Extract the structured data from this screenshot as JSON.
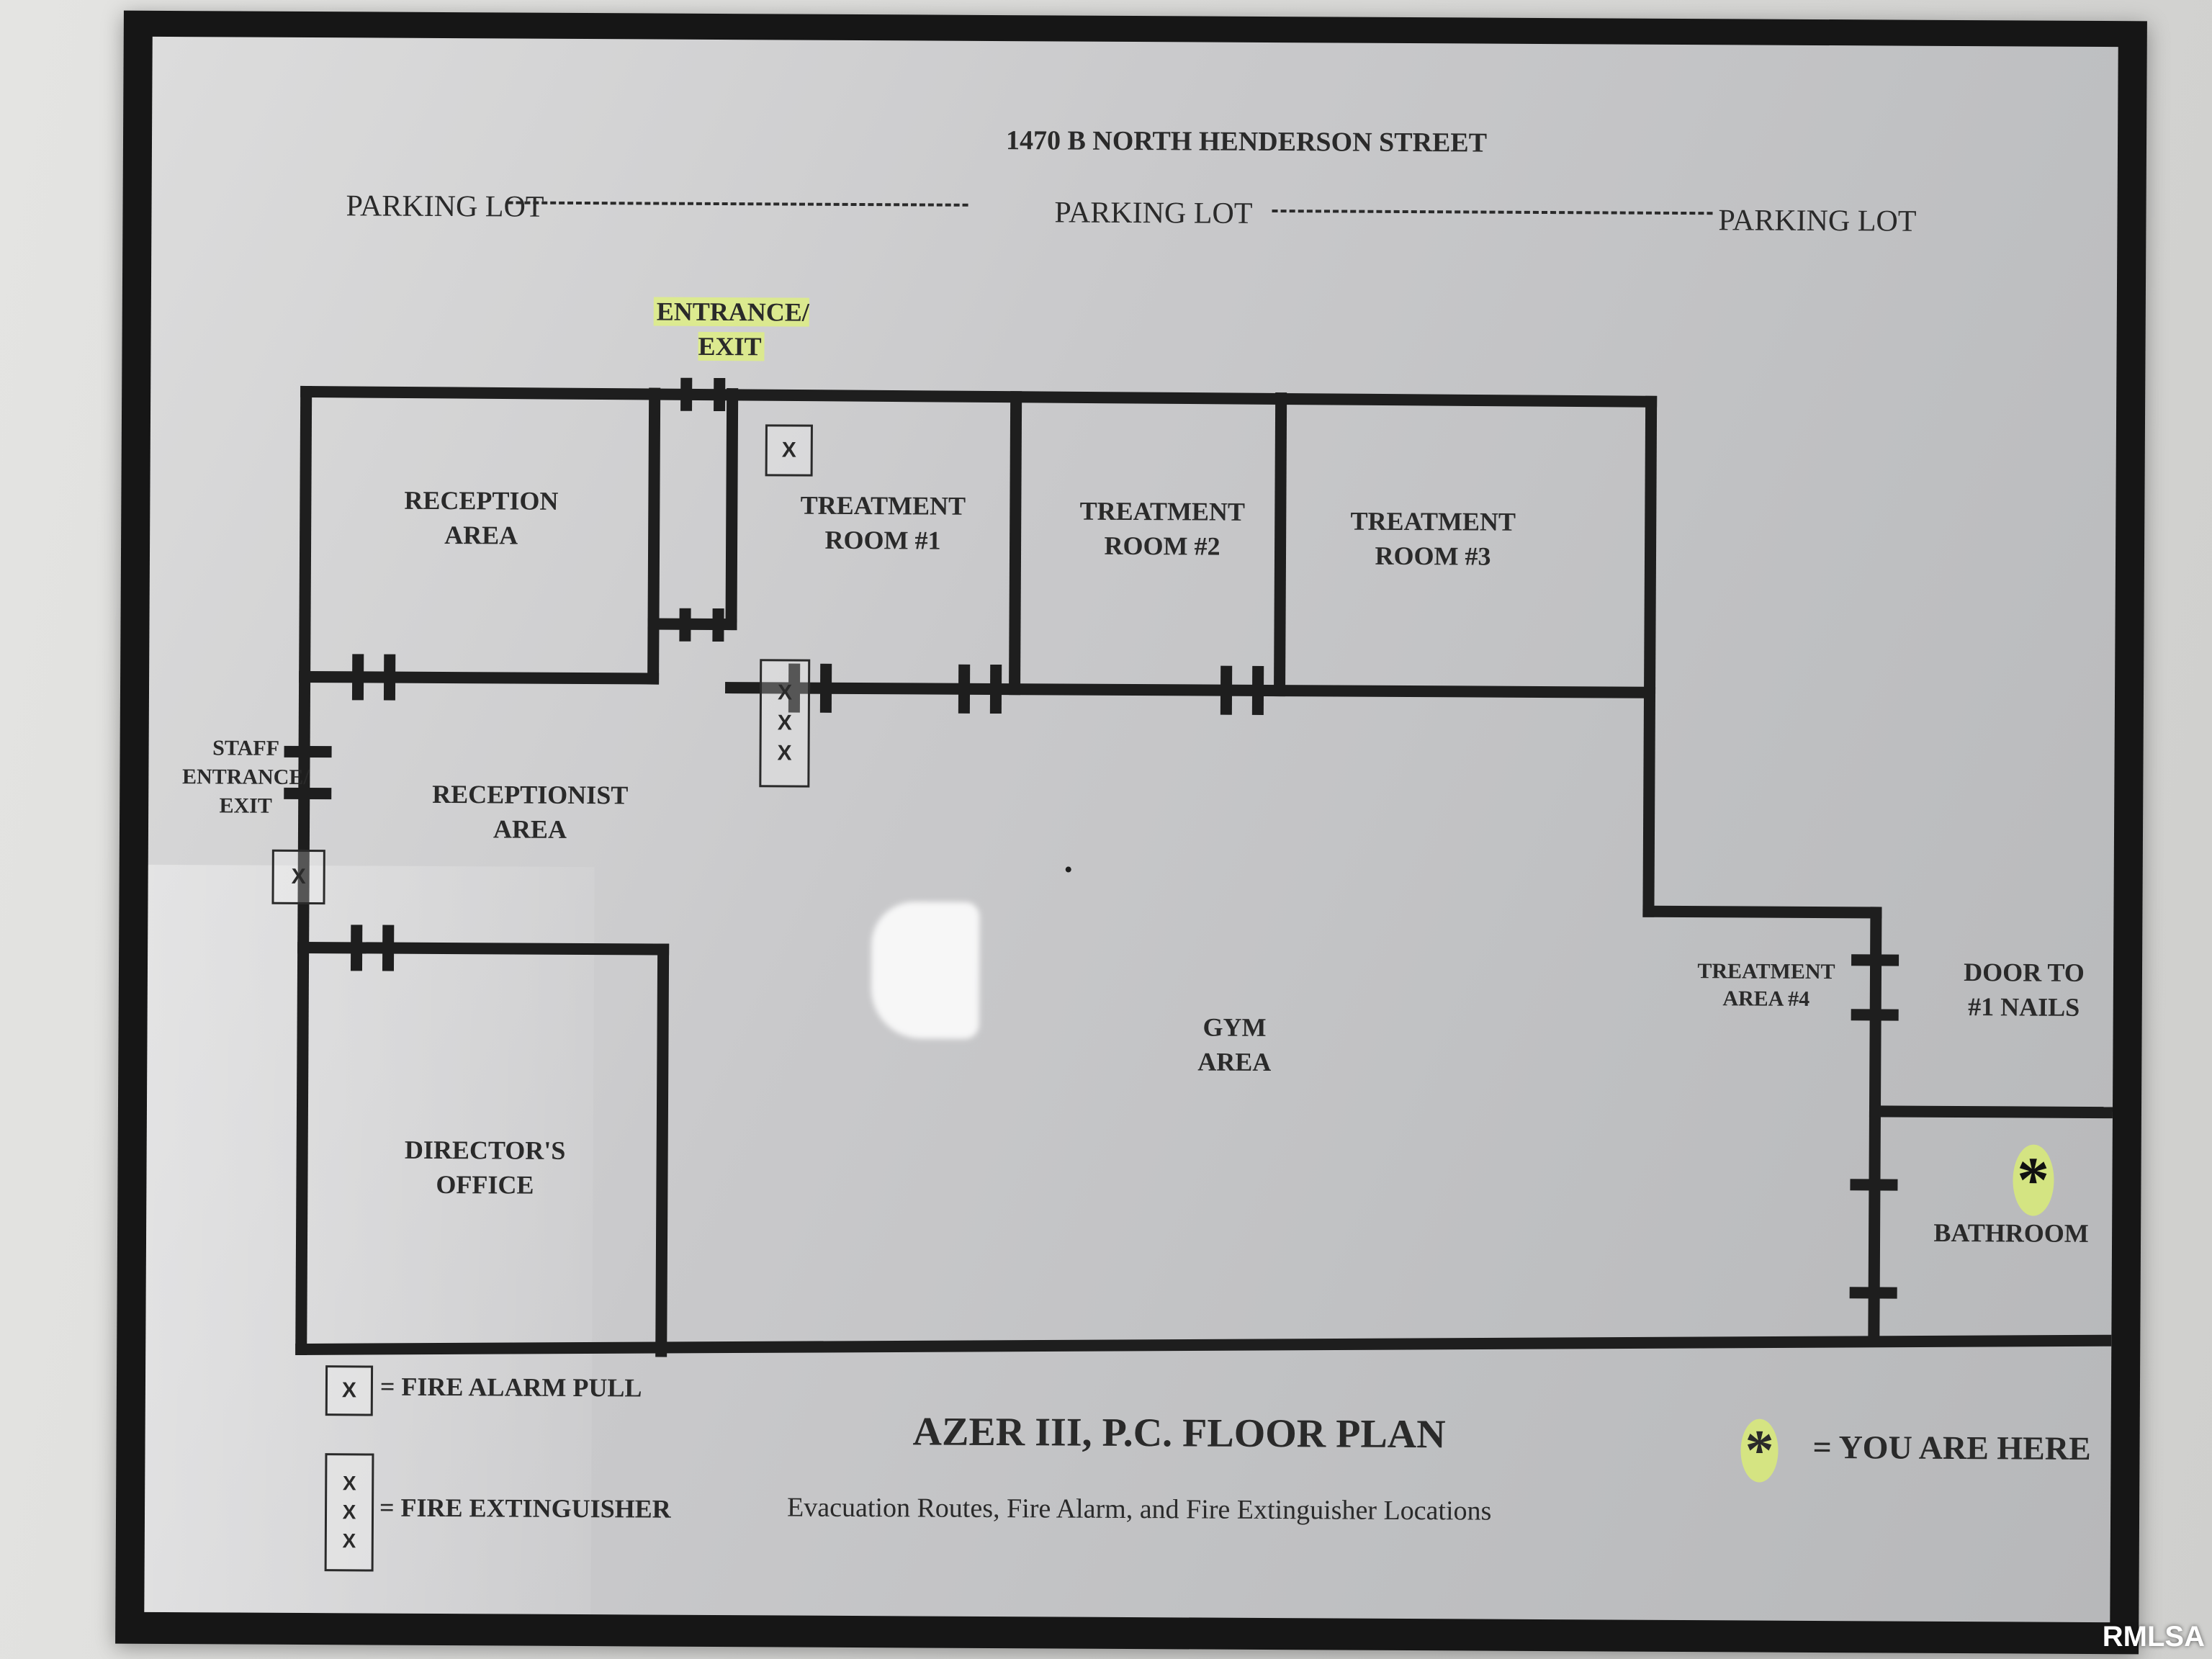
{
  "address": "1470 B NORTH HENDERSON STREET",
  "parking_labels": [
    "PARKING LOT",
    "PARKING LOT",
    "PARKING LOT"
  ],
  "entrance_label": "ENTRANCE/\nEXIT",
  "staff_entrance_label": "STAFF\nENTRANCE/\nEXIT",
  "rooms": {
    "reception": "RECEPTION\nAREA",
    "treatment1": "TREATMENT\nROOM #1",
    "treatment2": "TREATMENT\nROOM #2",
    "treatment3": "TREATMENT\nROOM #3",
    "receptionist": "RECEPTIONIST\nAREA",
    "gym": "GYM\nAREA",
    "directors_office": "DIRECTOR'S\nOFFICE",
    "treatment4": "TREATMENT\nAREA #4",
    "door_nails": "DOOR TO\n#1 NAILS",
    "bathroom": "BATHROOM"
  },
  "legend": {
    "alarm_symbol": "X",
    "alarm_text": "= FIRE ALARM PULL",
    "extinguisher_symbol": "X\nX\nX",
    "extinguisher_text": "= FIRE EXTINGUISHER",
    "you_are_here_symbol": "*",
    "you_are_here_text": "= YOU ARE HERE"
  },
  "title": "AZER III, P.C. FLOOR PLAN",
  "subtitle": "Evacuation Routes, Fire Alarm, and Fire Extinguisher Locations",
  "watermark": "RMLSA",
  "colors": {
    "wall": "#1e1e1e",
    "highlight": "#e6ff5a",
    "paper": "#c9c9cb"
  }
}
